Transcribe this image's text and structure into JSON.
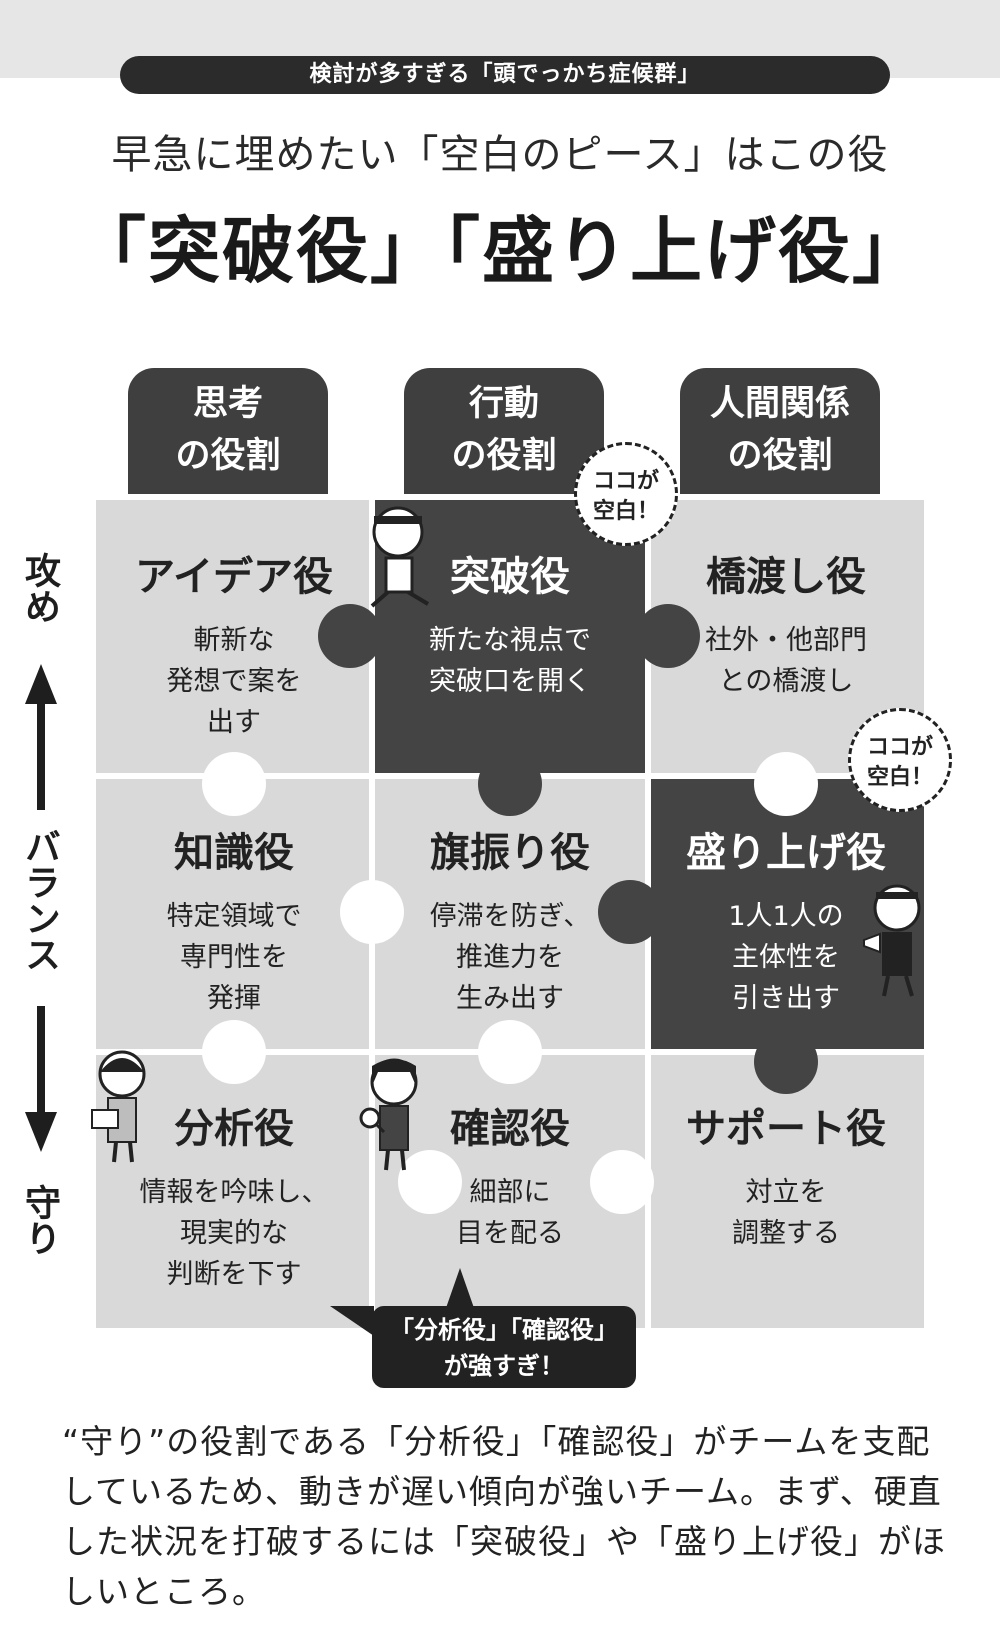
{
  "header": {
    "pill": "検討が多すぎる「頭でっかち症候群」",
    "subtitle": "早急に埋めたい「空白のピース」はこの役",
    "title": "「突破役」「盛り上げ役」"
  },
  "columns": [
    {
      "line1": "思考",
      "line2": "の役割"
    },
    {
      "line1": "行動",
      "line2": "の役割"
    },
    {
      "line1": "人間関係",
      "line2": "の役割"
    }
  ],
  "side_axis": {
    "top": "攻め",
    "middle": "バランス",
    "bottom": "守り"
  },
  "cells": [
    {
      "name": "アイデア役",
      "desc": [
        "斬新な",
        "発想で案を",
        "出す"
      ]
    },
    {
      "name": "突破役",
      "desc": [
        "新たな視点で",
        "突破口を開く"
      ]
    },
    {
      "name": "橋渡し役",
      "desc": [
        "社外・他部門",
        "との橋渡し"
      ]
    },
    {
      "name": "知識役",
      "desc": [
        "特定領域で",
        "専門性を",
        "発揮"
      ]
    },
    {
      "name": "旗振り役",
      "desc": [
        "停滞を防ぎ、",
        "推進力を",
        "生み出す"
      ]
    },
    {
      "name": "盛り上げ役",
      "desc": [
        "1人1人の",
        "主体性を",
        "引き出す"
      ]
    },
    {
      "name": "分析役",
      "desc": [
        "情報を吟味し、",
        "現実的な",
        "判断を下す"
      ]
    },
    {
      "name": "確認役",
      "desc": [
        "細部に",
        "目を配る"
      ]
    },
    {
      "name": "サポート役",
      "desc": [
        "対立を",
        "調整する"
      ]
    }
  ],
  "bursts": [
    {
      "line1": "ココが",
      "line2": "空白！"
    },
    {
      "line1": "ココが",
      "line2": "空白！"
    }
  ],
  "callout": {
    "line1": "「分析役」「確認役」",
    "line2": "が強すぎ！"
  },
  "bottom_text": [
    "“守り”の役割である「分析役」「確認役」がチームを支配",
    "しているため、動きが遅い傾向が強いチーム。まず、硬直",
    "した状況を打破するには「突破役」や「盛り上げ役」がほ",
    "しいところ。"
  ],
  "colors": {
    "light_piece": "#d9d9d9",
    "dark_piece": "#444444",
    "header_tab": "#3f3f3f"
  }
}
